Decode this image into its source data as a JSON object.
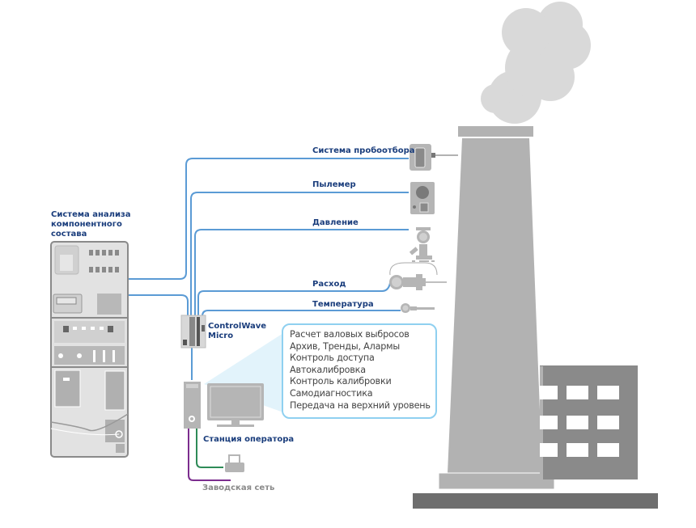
{
  "diagram": {
    "analyzer": {
      "label_lines": [
        "Система анализа",
        "компонентного",
        "состава"
      ]
    },
    "instruments": [
      {
        "label": "Система пробоотбора",
        "icon": "sampling-probe-icon"
      },
      {
        "label": "Пылемер",
        "icon": "dust-meter-icon"
      },
      {
        "label": "Давление",
        "icon": "pressure-transmitter-icon"
      },
      {
        "label": "Расход",
        "icon": "flow-meter-icon"
      },
      {
        "label": "Температура",
        "icon": "temperature-sensor-icon"
      }
    ],
    "controller": {
      "label_lines": [
        "ControlWave",
        "Micro"
      ],
      "icon": "controller-icon"
    },
    "operator_station": {
      "label": "Станция оператора",
      "icon": "workstation-icon"
    },
    "printer": {
      "icon": "printer-icon"
    },
    "plant_network": {
      "label": "Заводская сеть"
    },
    "functions": [
      "Расчет валовых выбросов",
      "Архив, Тренды, Алармы",
      "Контроль доступа",
      "Автокалибровка",
      "Контроль калибровки",
      "Самодиагностика",
      "Передача на верхний уровень"
    ],
    "colors": {
      "signal_line": "#5b9bd5",
      "callout_border": "#8fd0f0",
      "label_text": "#1a3d7c",
      "printer_line": "#2e8b57",
      "network_line": "#7b2d8e",
      "equipment_gray": "#a8a8a8",
      "smoke": "#d9d9d9",
      "stack": "#b2b2b2",
      "building": "#8a8a8a",
      "ground": "#6e6e6e"
    }
  }
}
